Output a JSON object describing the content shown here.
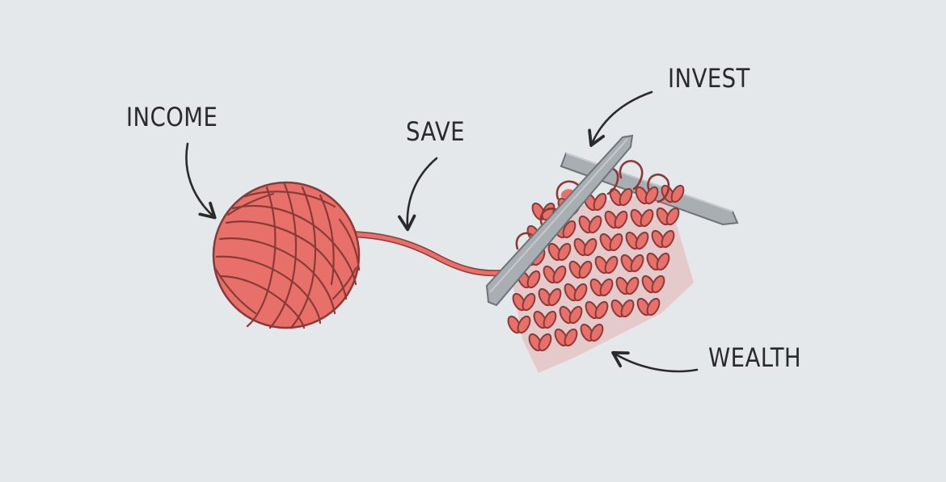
{
  "labels": {
    "income": "INCOME",
    "save": "SAVE",
    "invest": "INVEST",
    "wealth": "WEALTH"
  },
  "colors": {
    "background": "#e5e8eb",
    "yarn": "#e8706a",
    "yarn_outline": "#8a3a36",
    "needle": "#a9aeb3",
    "needle_outline": "#6e7379",
    "ink": "#2a2a2a"
  },
  "icons": [
    "yarn-ball-icon",
    "yarn-strand",
    "knitting-needle-icon",
    "knitted-fabric-icon"
  ]
}
